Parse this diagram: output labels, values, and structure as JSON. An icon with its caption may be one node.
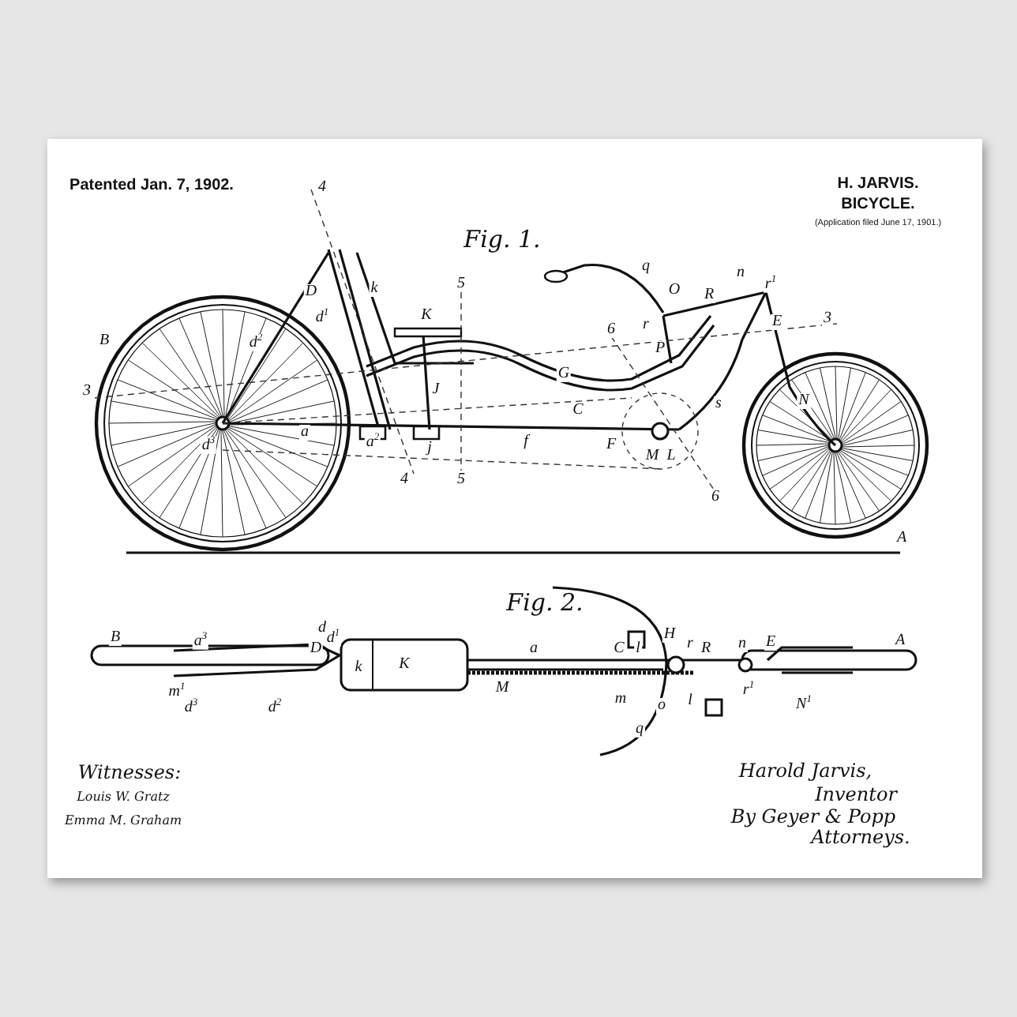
{
  "diagram": {
    "labels": [
      "Patented Jan. 7, 1902.",
      "H. JARVIS.",
      "BICYCLE.",
      "(Application filed June 17, 1901.)",
      "Fig. 1.",
      "4",
      "D",
      "k",
      "q",
      "n",
      "r$^{1}$",
      "O",
      "R",
      "5",
      "K",
      "d$^{1}$",
      "E",
      "3",
      "r",
      "6",
      "B",
      "d$^{2}$",
      "P",
      "G",
      "3",
      "J",
      "s",
      "N",
      "C",
      "d$^{3}$",
      "a",
      "a$^{2}$",
      "j",
      "f",
      "F",
      "M",
      "L",
      "4",
      "5",
      "6",
      "A",
      "Fig. 2.",
      "d",
      "H",
      "a$^{3}$",
      "E",
      "l",
      "r",
      "n",
      "d$^{1}$",
      "D",
      "R",
      "B",
      "A",
      "a",
      "C",
      "k",
      "K",
      "m$^{1}$",
      "M",
      "r$^{1}$",
      "d$^{3}$",
      "d$^{2}$",
      "m",
      "o",
      "l",
      "N$^{1}$",
      "q",
      "Witnesses:",
      "Louis W. Gratz",
      "Emma M. Graham",
      "Harold Jarvis,",
      "Inventor",
      "By Geyer & Popp",
      "Attorneys."
    ]
  }
}
